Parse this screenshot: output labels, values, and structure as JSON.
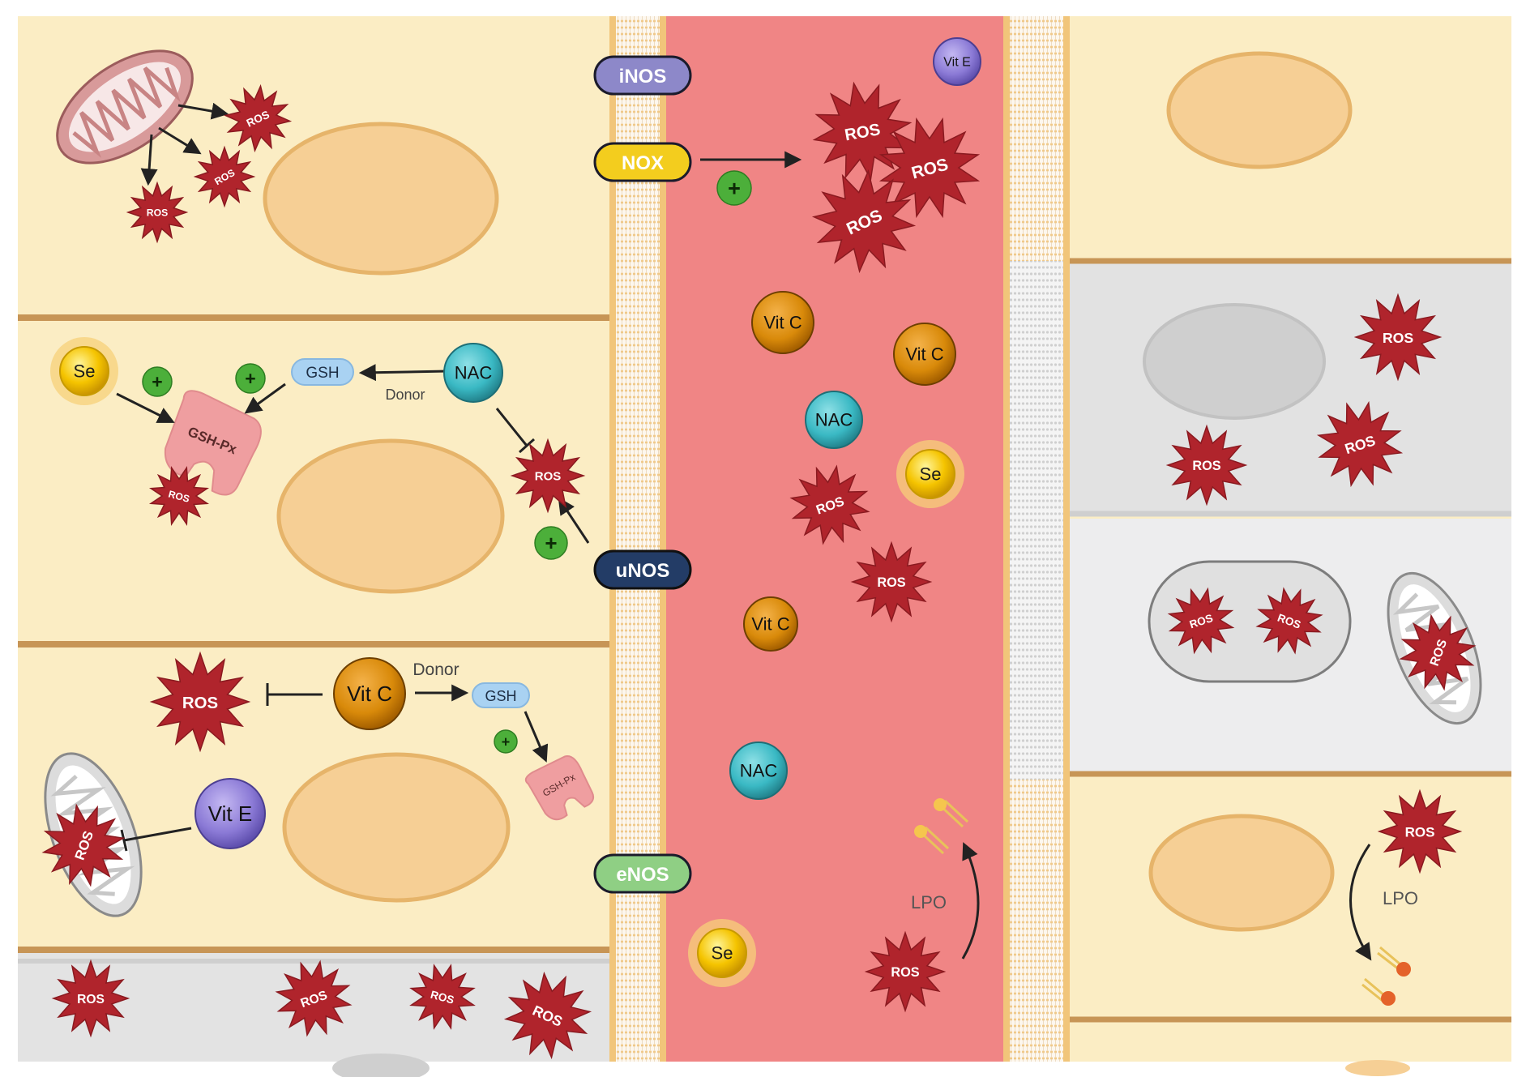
{
  "labels": {
    "ros": "ROS",
    "inos": "iNOS",
    "nox": "NOX",
    "unos": "uNOS",
    "enos": "eNOS",
    "vit_e": "Vit E",
    "vit_c": "Vit C",
    "nac": "NAC",
    "se": "Se",
    "gsh": "GSH",
    "gsh_px": "GSH-Px",
    "donor": "Donor",
    "lpo": "LPO",
    "plus": "+"
  },
  "colors": {
    "cell_yellow": "#fbedc4",
    "cell_border": "#c79556",
    "nucleus": "#f6cf95",
    "vessel": "#f08585",
    "membrane": "#f1c57a",
    "gray_cell": "#e2e2e2",
    "ros": "#b0242c",
    "vit_c": "#d98a0a",
    "nac": "#3ab9c4",
    "se": "#f5c400",
    "vit_e": "#8b7ad6",
    "gsh": "#a9d2f2",
    "gsh_px": "#ef9ea0",
    "plus": "#4caf3a",
    "inos": "#8d88c9",
    "nox": "#f3cd1e",
    "unos": "#233c66",
    "enos": "#8fcf84"
  }
}
